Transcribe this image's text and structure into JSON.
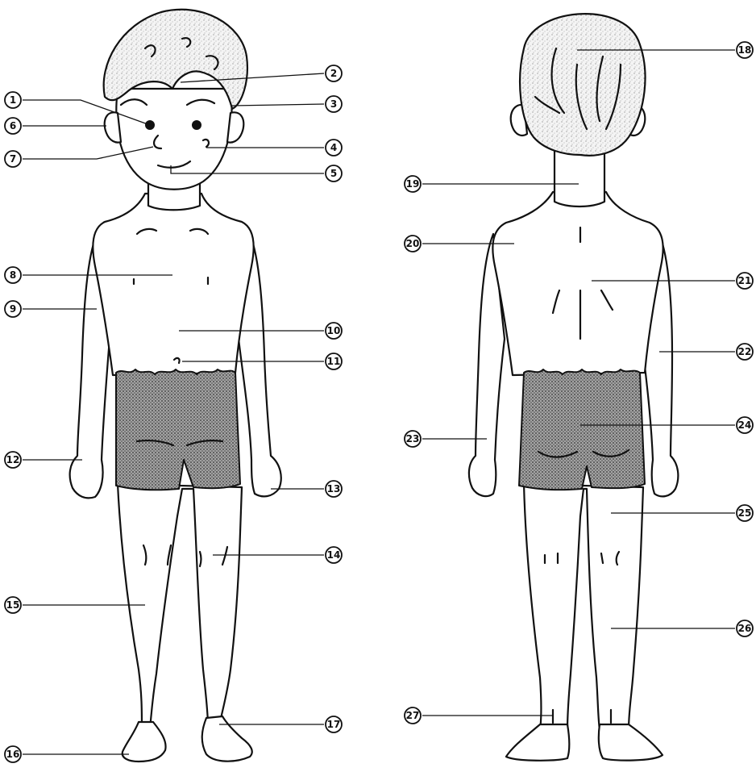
{
  "front_labels": [
    {
      "num": "1"
    },
    {
      "num": "2"
    },
    {
      "num": "3"
    },
    {
      "num": "4"
    },
    {
      "num": "5"
    },
    {
      "num": "6"
    },
    {
      "num": "7"
    },
    {
      "num": "8"
    },
    {
      "num": "9"
    },
    {
      "num": "10"
    },
    {
      "num": "11"
    },
    {
      "num": "12"
    },
    {
      "num": "13"
    },
    {
      "num": "14"
    },
    {
      "num": "15"
    },
    {
      "num": "16"
    },
    {
      "num": "17"
    }
  ],
  "back_labels": [
    {
      "num": "18"
    },
    {
      "num": "19"
    },
    {
      "num": "20"
    },
    {
      "num": "21"
    },
    {
      "num": "22"
    },
    {
      "num": "23"
    },
    {
      "num": "24"
    },
    {
      "num": "25"
    },
    {
      "num": "26"
    },
    {
      "num": "27"
    }
  ]
}
